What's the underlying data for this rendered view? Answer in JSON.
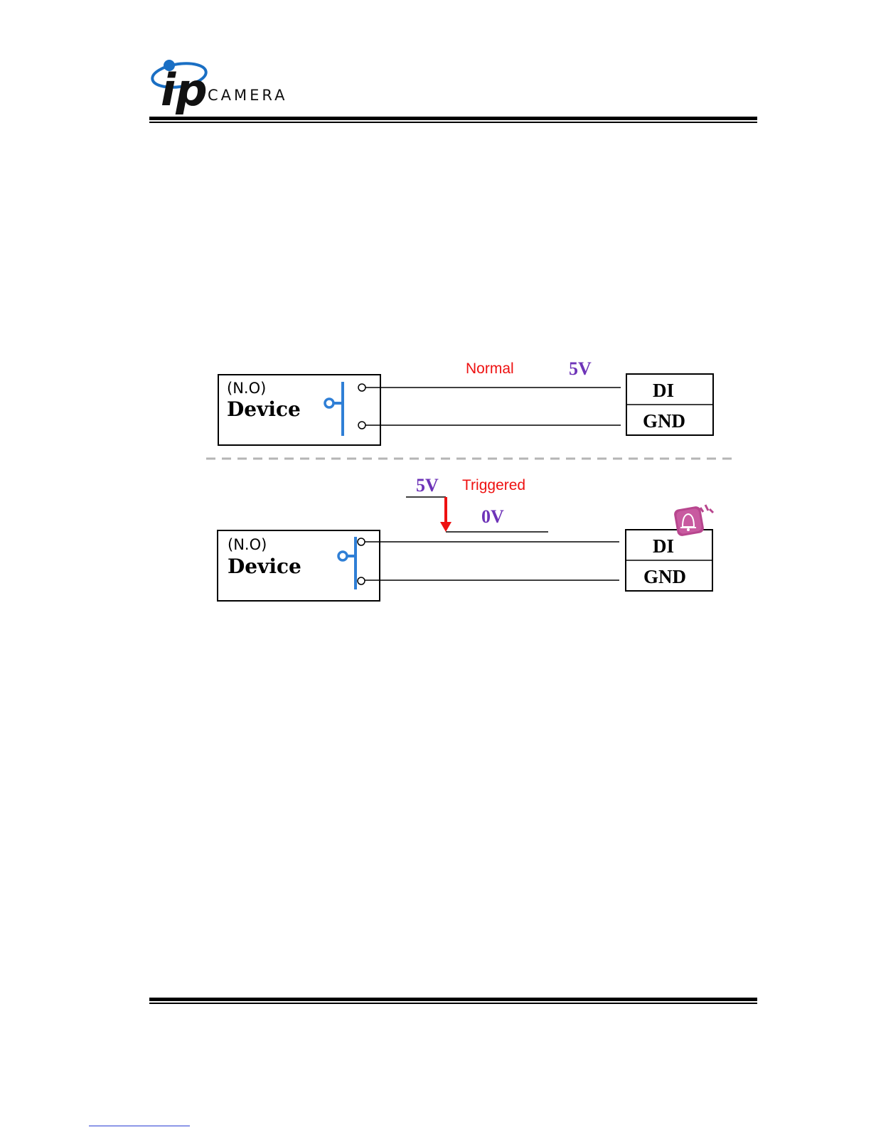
{
  "logo": {
    "ip": "ip",
    "camera": "CAMERA"
  },
  "diagram": {
    "normal": {
      "state_label": "Normal",
      "voltage": "5V",
      "device_mode": "(N.O)",
      "device_label": "Device",
      "terminal_top": "DI",
      "terminal_bottom": "GND"
    },
    "triggered": {
      "state_label": "Triggered",
      "voltage_high": "5V",
      "voltage_low": "0V",
      "device_mode": "(N.O)",
      "device_label": "Device",
      "terminal_top": "DI",
      "terminal_bottom": "GND"
    },
    "colors": {
      "switch": "#2f7fd6",
      "state_label": "#ee1111",
      "voltage": "#6e34b8",
      "arrow": "#ee1111",
      "alarm_badge": "#b8468e"
    }
  }
}
